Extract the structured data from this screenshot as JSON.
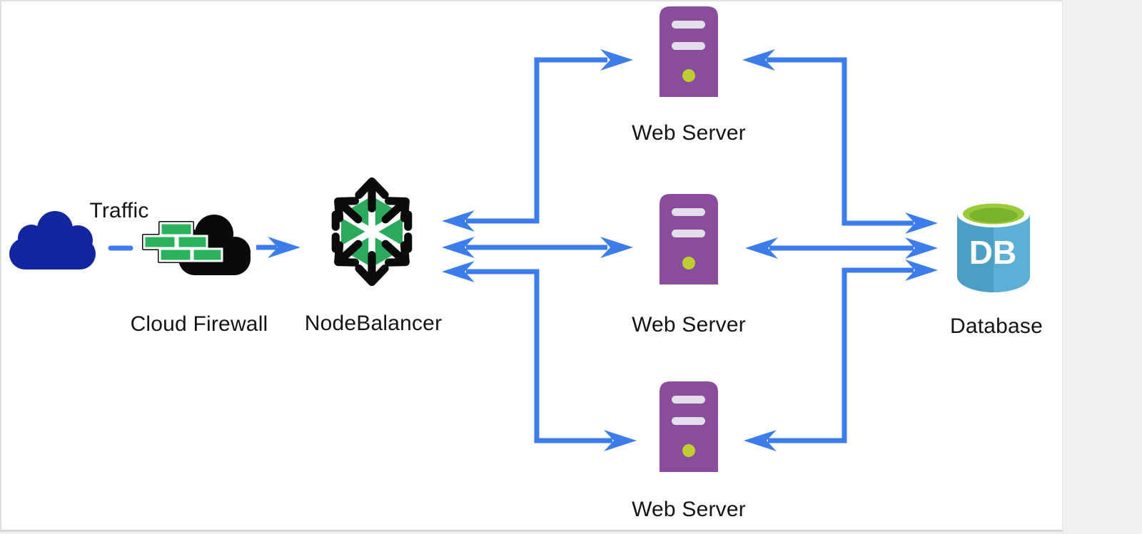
{
  "diagram": {
    "type": "architecture-diagram",
    "nodes": [
      {
        "id": "traffic",
        "label": "Traffic",
        "icon": "cloud-icon"
      },
      {
        "id": "cloud-firewall",
        "label": "Cloud Firewall",
        "icon": "firewall-cloud-icon"
      },
      {
        "id": "nodebalancer",
        "label": "NodeBalancer",
        "icon": "nodebalancer-hexagon-icon"
      },
      {
        "id": "web-server-top",
        "label": "Web Server",
        "icon": "server-tower-icon"
      },
      {
        "id": "web-server-middle",
        "label": "Web Server",
        "icon": "server-tower-icon"
      },
      {
        "id": "web-server-bottom",
        "label": "Web Server",
        "icon": "server-tower-icon"
      },
      {
        "id": "database",
        "label": "Database",
        "icon": "database-cylinder-icon",
        "icon_text": "DB"
      }
    ],
    "edges": [
      {
        "from": "traffic",
        "to": "cloud-firewall",
        "style": "dashed",
        "direction": "none"
      },
      {
        "from": "cloud-firewall",
        "to": "nodebalancer",
        "style": "solid",
        "direction": "forward"
      },
      {
        "from": "nodebalancer",
        "to": "web-server-top",
        "style": "solid",
        "direction": "both"
      },
      {
        "from": "nodebalancer",
        "to": "web-server-middle",
        "style": "solid",
        "direction": "both"
      },
      {
        "from": "nodebalancer",
        "to": "web-server-bottom",
        "style": "solid",
        "direction": "both"
      },
      {
        "from": "web-server-top",
        "to": "database",
        "style": "solid",
        "direction": "both"
      },
      {
        "from": "web-server-middle",
        "to": "database",
        "style": "solid",
        "direction": "both"
      },
      {
        "from": "web-server-bottom",
        "to": "database",
        "style": "solid",
        "direction": "both"
      }
    ],
    "colors": {
      "arrow_blue": "#3D7DEB",
      "traffic_cloud_navy": "#12279F",
      "firewall_cloud_black": "#0A0A0A",
      "firewall_brick_green": "#2CB15C",
      "nodebalancer_green": "#2BAA5D",
      "nodebalancer_black": "#0B0B0B",
      "server_purple": "#8A4D9B",
      "server_slot_gray": "#E3DEE9",
      "server_led_green": "#BCCF2E",
      "db_body_blue": "#4C9EC6",
      "db_body_light_blue": "#5CB0D6",
      "db_top_green": "#9BCB3B",
      "db_top_dark_green": "#7CB32C",
      "label_color": "#141414",
      "canvas_white": "#FFFFFF",
      "page_gray": "#F0F0F2"
    }
  }
}
